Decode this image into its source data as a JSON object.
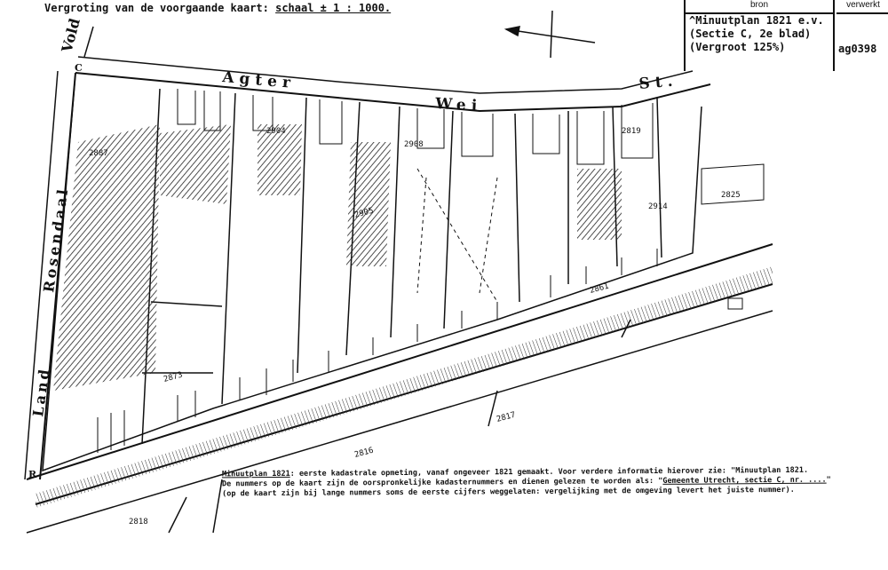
{
  "header": {
    "title_prefix": "Vergroting van de voorgaande kaart:",
    "title_scale": "schaal ± 1 : 1000."
  },
  "source_table": {
    "col_source": "bron",
    "col_processed": "verwerkt",
    "source_lines": "^Minuutplan 1821 e.v.\n(Sectie C, 2e blad)\n(Vergroot 125%)",
    "processed": "ag0398"
  },
  "map": {
    "street_labels": {
      "vold": "Vold",
      "agter": "Agter",
      "wei": "Wei",
      "st": "St.",
      "rosendaal": "Rosendaal",
      "land": "Land"
    },
    "corner_labels": [
      "C",
      "R"
    ],
    "parcel_numbers": [
      "2887",
      "2873",
      "2905",
      "2908",
      "2914",
      "2825",
      "2861",
      "2816",
      "2817",
      "2818",
      "2819",
      "2904"
    ],
    "north_arrow": "north-arrow"
  },
  "note": {
    "line1_heading": "Minuutplan 1821",
    "line1_text": ": eerste kadastrale opmeting, vanaf ongeveer 1821 gemaakt. Voor verdere informatie hierover zie: \"Minuutplan 1821.",
    "line2_text": "De nummers op de kaart zijn de oorspronkelijke kadasternummers en dienen gelezen te worden als: \"",
    "line2_link": "Gemeente Utrecht, sectie C, nr. ....",
    "line2_end": "\"",
    "line3_text": "(op de kaart zijn bij lange nummers soms de eerste cijfers weggelaten: vergelijking met de omgeving levert het juiste nummer)."
  }
}
